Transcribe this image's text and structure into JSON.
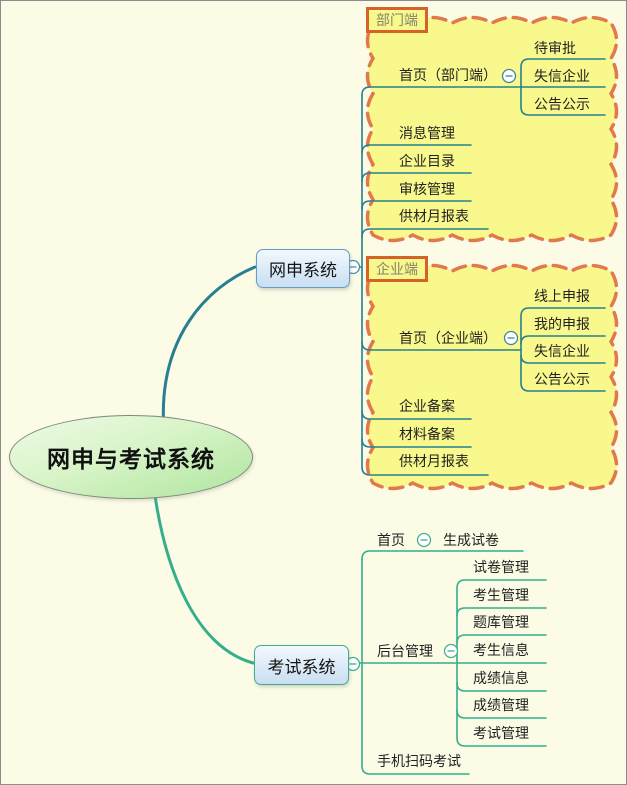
{
  "colors": {
    "background": "#FBFBE6",
    "branch_top_line": "#26808F",
    "branch_bottom_line": "#35AE8C",
    "cloud_fill": "#F8F88C",
    "cloud_border": "#E2794C",
    "group_label_border": "#D4622A",
    "node_border_top": "#649EC4",
    "node_border_bottom": "#3FAE8F",
    "root_fill": "#C9EFB8"
  },
  "root": {
    "label": "网申与考试系统"
  },
  "web_apply": {
    "label": "网申系统",
    "dept": {
      "label": "部门端",
      "home": "首页（部门端）",
      "home_children": [
        "待审批",
        "失信企业",
        "公告公示"
      ],
      "items": [
        "消息管理",
        "企业目录",
        "审核管理",
        "供材月报表"
      ]
    },
    "ent": {
      "label": "企业端",
      "home": "首页（企业端）",
      "home_children": [
        "线上申报",
        "我的申报",
        "失信企业",
        "公告公示"
      ],
      "items": [
        "企业备案",
        "材料备案",
        "供材月报表"
      ]
    }
  },
  "exam": {
    "label": "考试系统",
    "home": "首页",
    "home_child": "生成试卷",
    "admin": "后台管理",
    "admin_children": [
      "试卷管理",
      "考生管理",
      "题库管理",
      "考生信息",
      "成绩信息",
      "成绩管理",
      "考试管理"
    ],
    "mobile": "手机扫码考试"
  },
  "icons": {
    "collapse": "minus-circle-icon"
  }
}
